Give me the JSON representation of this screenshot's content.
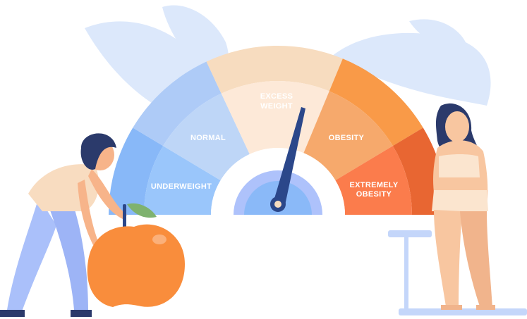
{
  "gauge": {
    "segments": [
      {
        "label": "UNDERWEIGHT",
        "outer_color": "#88b8f8",
        "inner_color": "#9ac6fb"
      },
      {
        "label": "NORMAL",
        "outer_color": "#aecbf7",
        "inner_color": "#bed6f7"
      },
      {
        "label_line1": "EXCESS",
        "label_line2": "WEIGHT",
        "outer_color": "#f7dcbf",
        "inner_color": "#fde9d8"
      },
      {
        "label": "OBESITY",
        "outer_color": "#f99a48",
        "inner_color": "#f6a96c"
      },
      {
        "label_line1": "EXTREMELY",
        "label_line2": "OBESITY",
        "outer_color": "#e86632",
        "inner_color": "#fb7c4c"
      }
    ],
    "needle_color": "#2b478a",
    "indicated_category": "EXCESS WEIGHT"
  }
}
